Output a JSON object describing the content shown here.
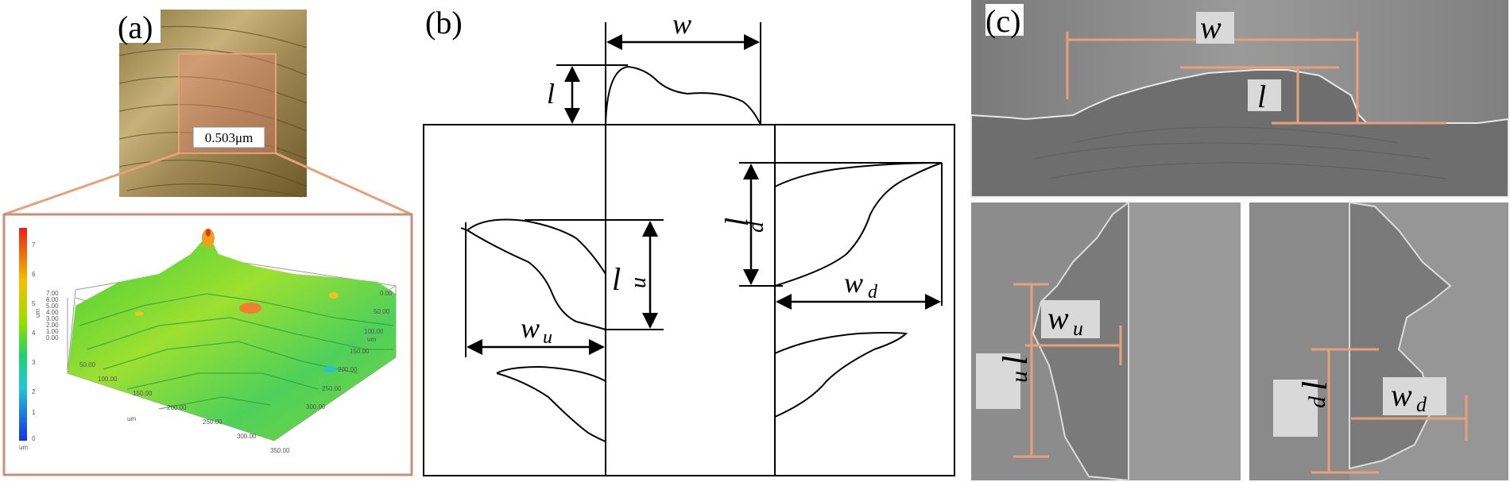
{
  "panels": {
    "a": {
      "label": "(a)",
      "roughness_value": "0.503μm",
      "colorbar_ticks": [
        "7",
        "6",
        "5",
        "4",
        "3",
        "2",
        "1",
        "0"
      ],
      "colorbar_unit": "um",
      "z_ticks": [
        "7.00",
        "6.00",
        "5.00",
        "4.00",
        "3.00",
        "2.00",
        "1.00",
        "0.00"
      ],
      "z_unit": "um",
      "x_ticks": [
        "50.00",
        "100.00",
        "150.00",
        "200.00",
        "250.00",
        "300.00",
        "350.00"
      ],
      "x_unit": "um",
      "y_ticks": [
        "0.00",
        "50.00",
        "100.00",
        "150.00",
        "200.00",
        "250.00",
        "300.00"
      ],
      "y_unit": "um"
    },
    "b": {
      "label": "(b)",
      "w": "w",
      "l": "l",
      "lu": "l",
      "lu_sub": "u",
      "wu": "w",
      "wu_sub": "u",
      "ld": "l",
      "ld_sub": "d",
      "wd": "w",
      "wd_sub": "d"
    },
    "c": {
      "label": "(c)",
      "w": "w",
      "l": "l",
      "lu": "l",
      "lu_sub": "u",
      "wu": "w",
      "wu_sub": "u",
      "ld": "l",
      "ld_sub": "d",
      "wd": "w",
      "wd_sub": "d"
    }
  },
  "colors": {
    "accent_orange": "#e8a07a",
    "sem_gray": "#8a8a8a"
  }
}
